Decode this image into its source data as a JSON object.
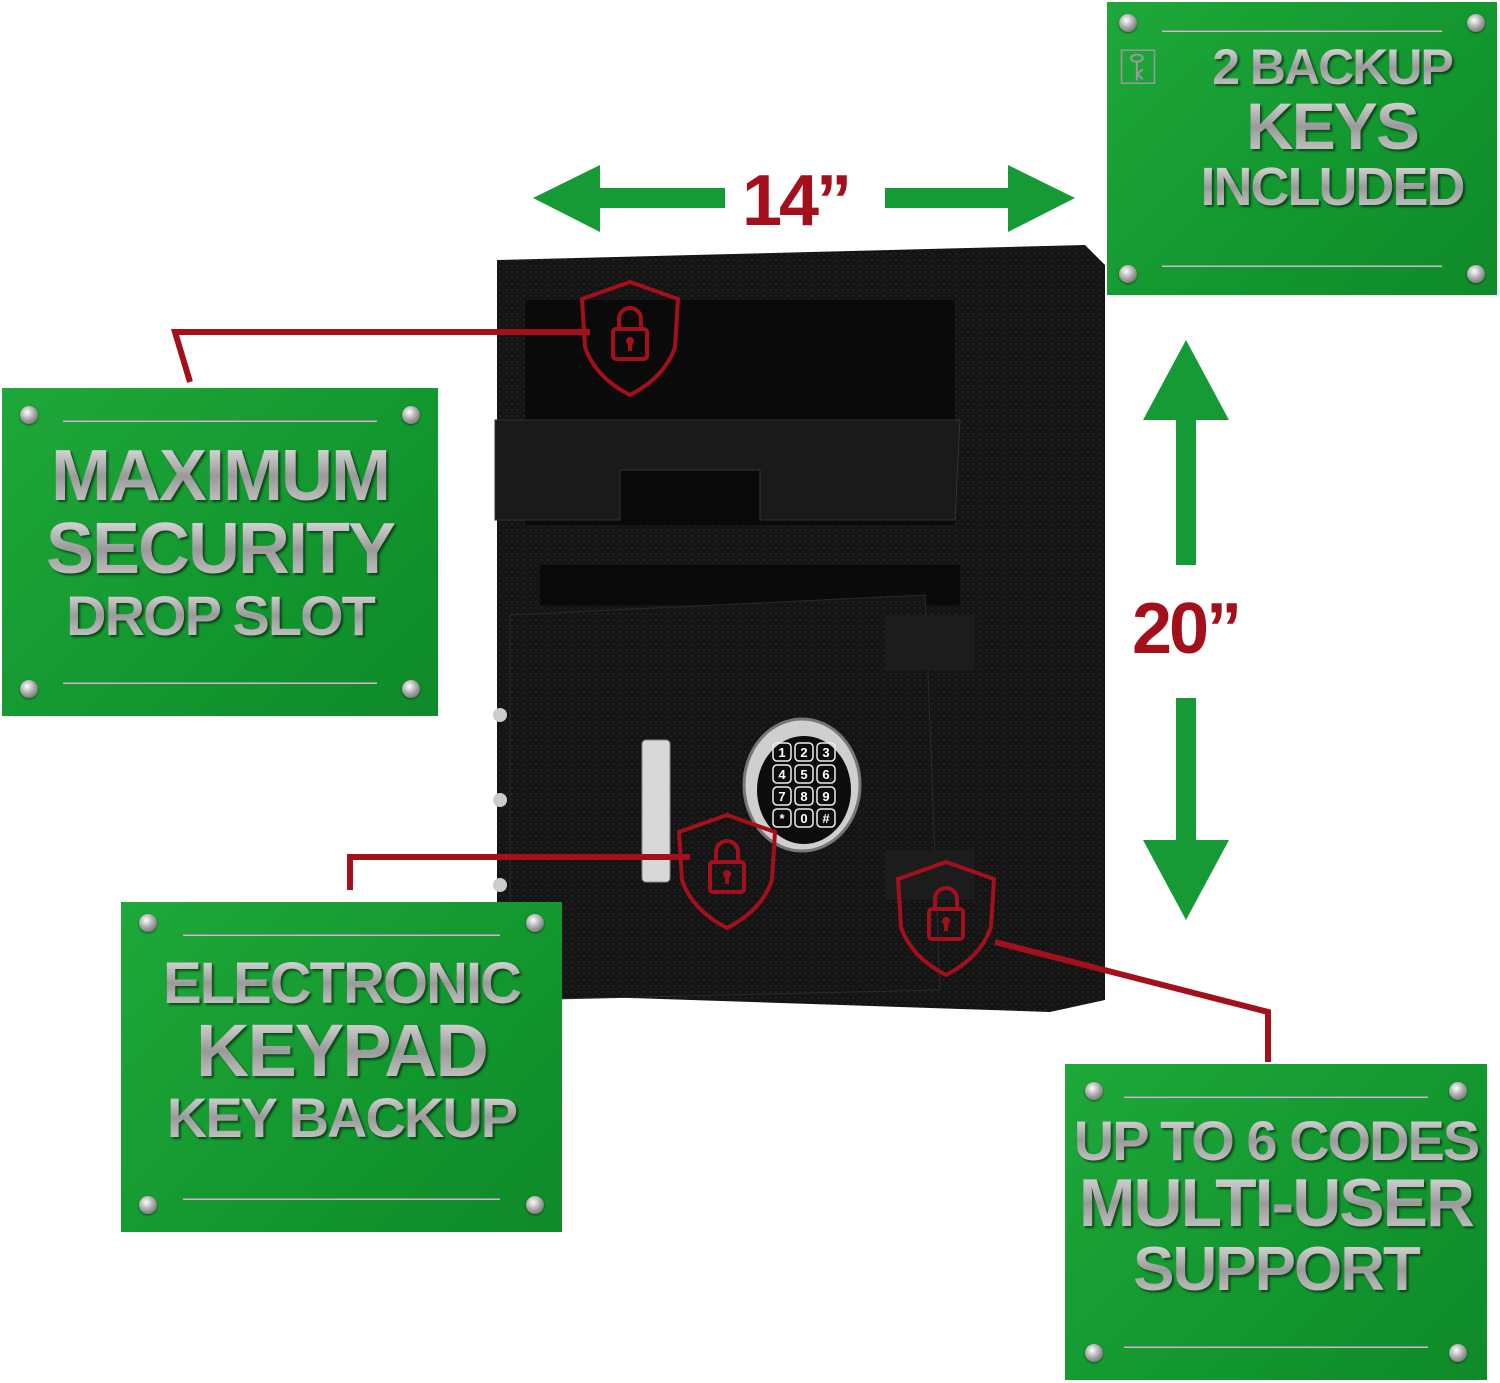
{
  "dimensions": {
    "width_label": "14”",
    "height_label": "20”"
  },
  "panels": {
    "keys": {
      "lines": [
        "2 BACKUP",
        "KEYS",
        "INCLUDED"
      ]
    },
    "drop_slot": {
      "lines": [
        "MAXIMUM",
        "SECURITY",
        "DROP SLOT"
      ]
    },
    "keypad": {
      "lines": [
        "ELECTRONIC",
        "KEYPAD",
        "KEY BACKUP"
      ]
    },
    "codes": {
      "lines": [
        "UP TO 6 CODES",
        "MULTI-USER",
        "SUPPORT"
      ]
    }
  },
  "keypad_keys": [
    "1",
    "2",
    "3",
    "4",
    "5",
    "6",
    "7",
    "8",
    "9",
    "*",
    "0",
    "#"
  ],
  "colors": {
    "panel_green": "#14992f",
    "arrow_green": "#169a35",
    "callout_red": "#a3101c",
    "safe_black": "#111111"
  }
}
